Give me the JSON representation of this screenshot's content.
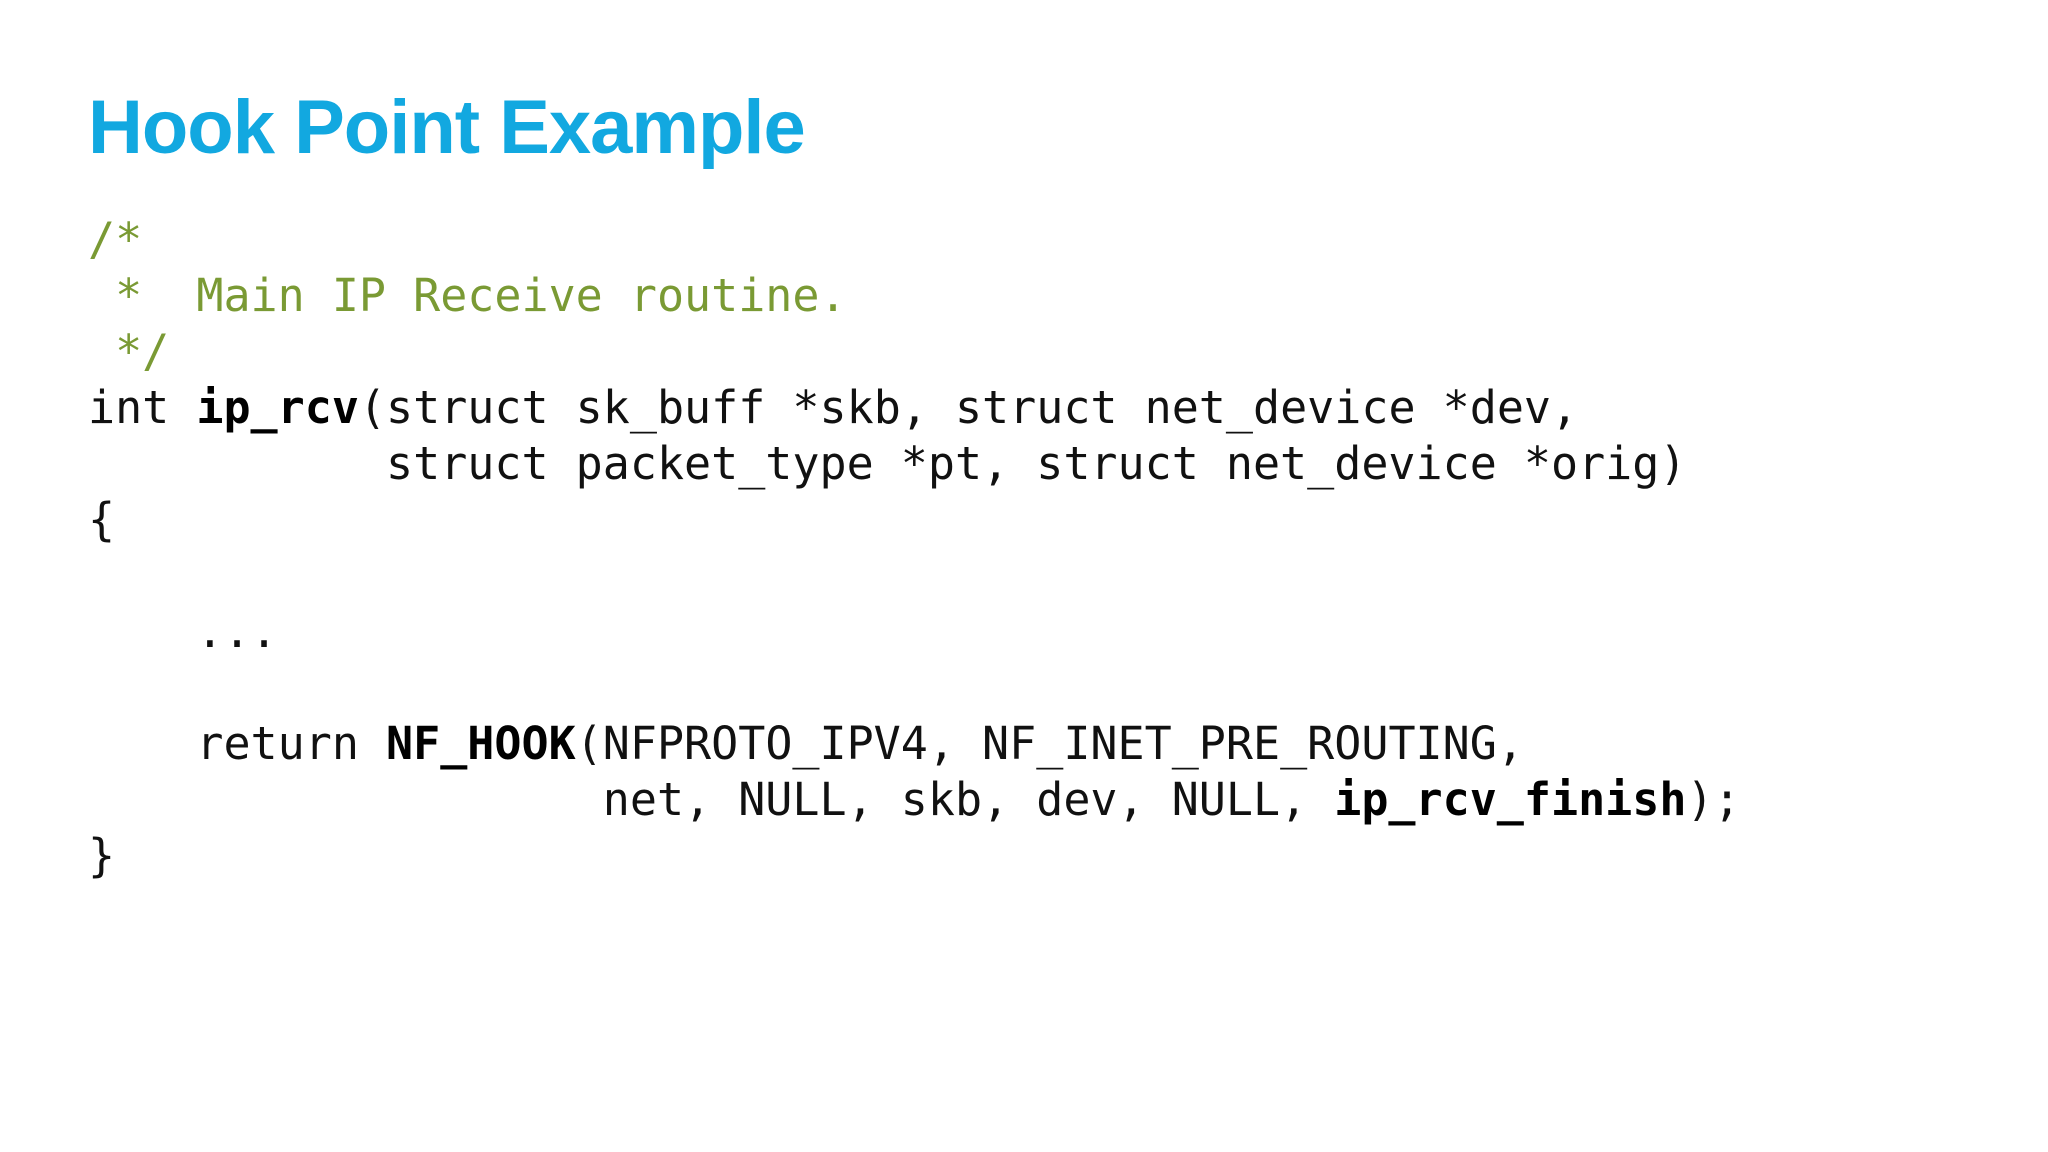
{
  "slide": {
    "title": "Hook Point Example"
  },
  "code": {
    "lines": [
      {
        "segments": [
          {
            "text": "/*",
            "style": "comment"
          }
        ]
      },
      {
        "segments": [
          {
            "text": " *  Main IP Receive routine.",
            "style": "comment"
          }
        ]
      },
      {
        "segments": [
          {
            "text": " */",
            "style": "comment"
          }
        ]
      },
      {
        "segments": [
          {
            "text": "int ",
            "style": "normal"
          },
          {
            "text": "ip_rcv",
            "style": "bold"
          },
          {
            "text": "(struct sk_buff *skb, struct net_device *dev,",
            "style": "normal"
          }
        ]
      },
      {
        "segments": [
          {
            "text": "           struct packet_type *pt, struct net_device *orig)",
            "style": "normal"
          }
        ]
      },
      {
        "segments": [
          {
            "text": "{",
            "style": "normal"
          }
        ]
      },
      {
        "segments": []
      },
      {
        "segments": [
          {
            "text": "    ...",
            "style": "normal"
          }
        ]
      },
      {
        "segments": []
      },
      {
        "segments": [
          {
            "text": "    return ",
            "style": "normal"
          },
          {
            "text": "NF_HOOK",
            "style": "bold"
          },
          {
            "text": "(NFPROTO_IPV4, NF_INET_PRE_ROUTING,",
            "style": "normal"
          }
        ]
      },
      {
        "segments": [
          {
            "text": "                   net, NULL, skb, dev, NULL, ",
            "style": "normal"
          },
          {
            "text": "ip_rcv_finish",
            "style": "bold"
          },
          {
            "text": ");",
            "style": "normal"
          }
        ]
      },
      {
        "segments": [
          {
            "text": "}",
            "style": "normal"
          }
        ]
      }
    ]
  },
  "colors": {
    "title": "#12a8e0",
    "comment": "#7a9a34",
    "code": "#111111"
  }
}
